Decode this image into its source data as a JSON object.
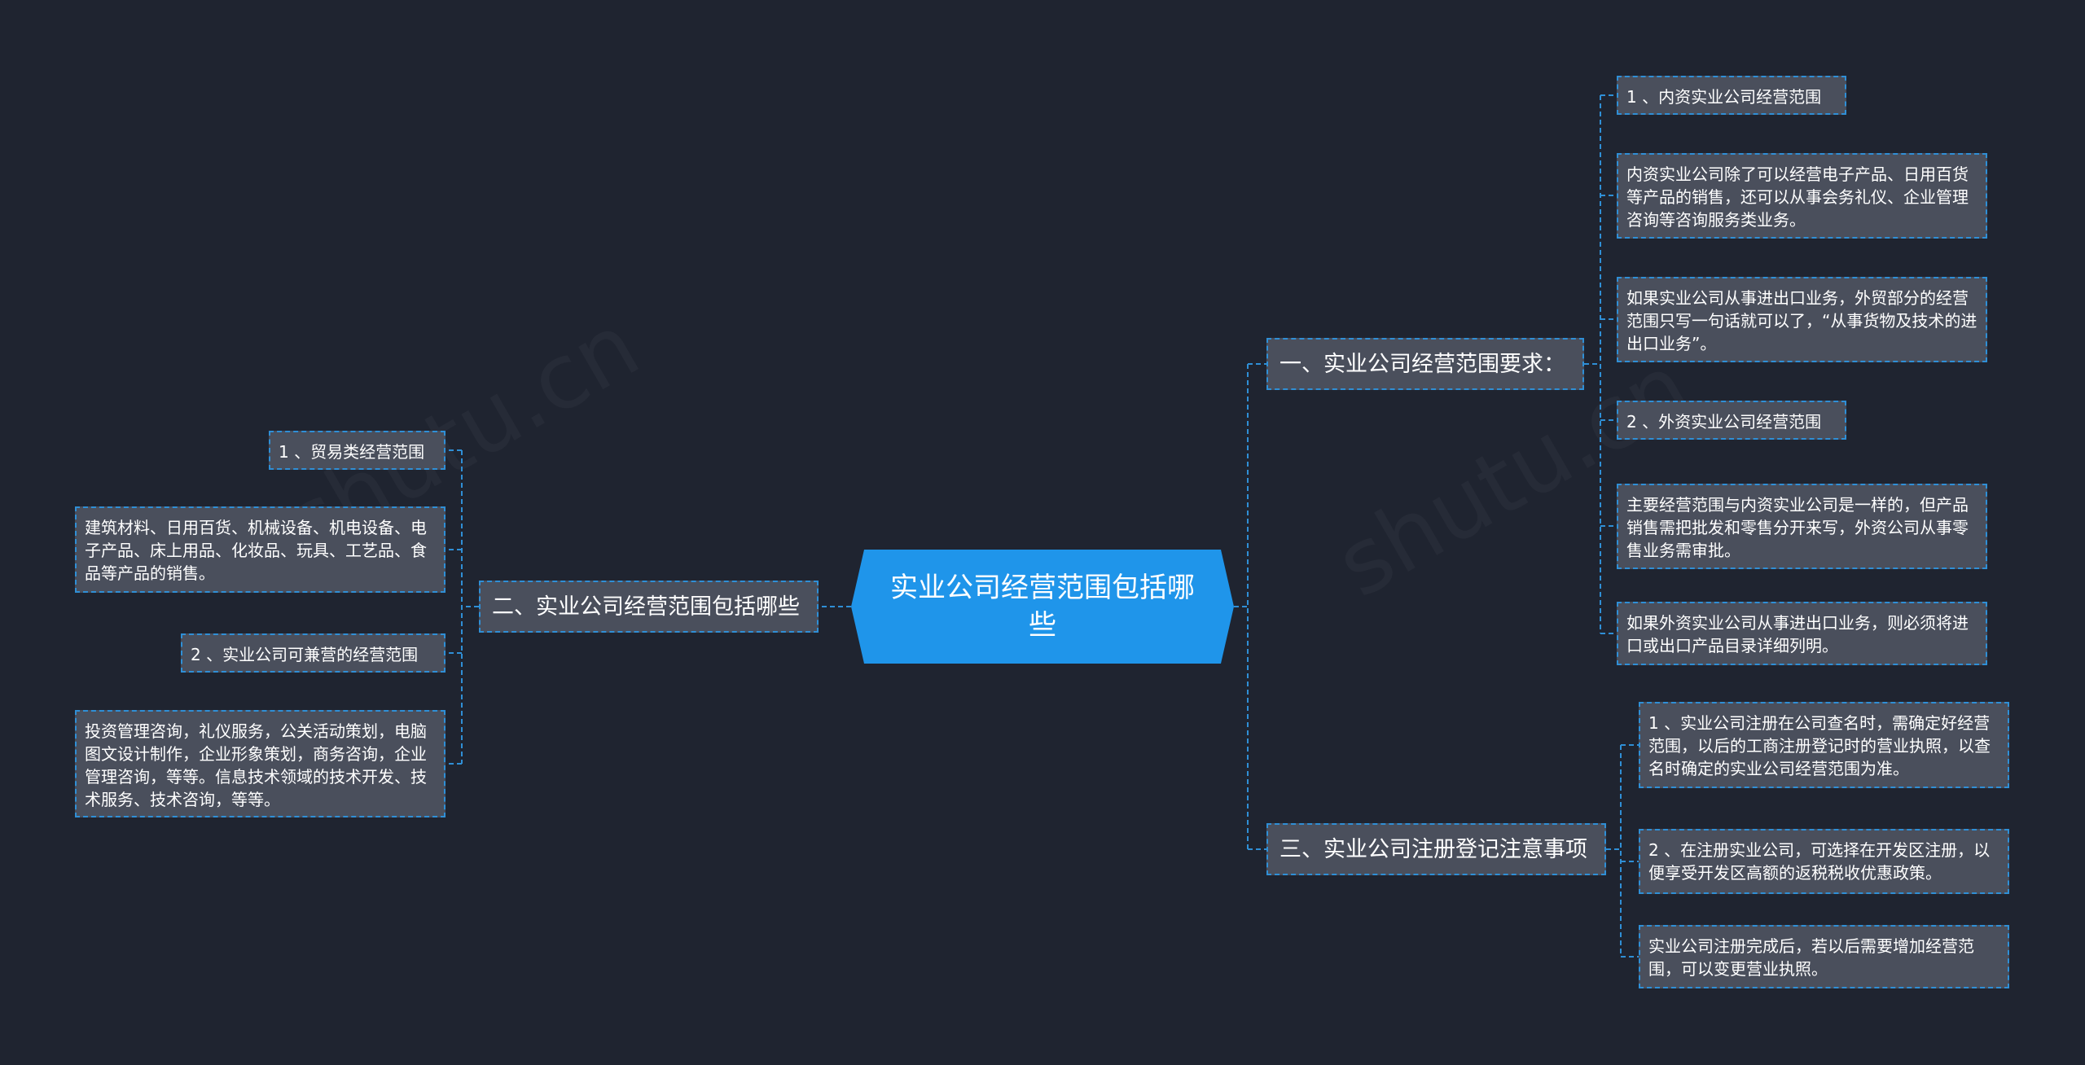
{
  "root": {
    "title": "实业公司经营范围包括哪些"
  },
  "branches": {
    "b1": {
      "label": "一、实业公司经营范围要求：",
      "children": [
        "1 、内资实业公司经营范围",
        "内资实业公司除了可以经营电子产品、日用百货等产品的销售，还可以从事会务礼仪、企业管理咨询等咨询服务类业务。",
        "如果实业公司从事进出口业务，外贸部分的经营范围只写一句话就可以了，“从事货物及技术的进出口业务”。",
        "2 、外资实业公司经营范围",
        "主要经营范围与内资实业公司是一样的，但产品销售需把批发和零售分开来写，外资公司从事零售业务需审批。",
        "如果外资实业公司从事进出口业务，则必须将进口或出口产品目录详细列明。"
      ]
    },
    "b2": {
      "label": "二、实业公司经营范围包括哪些",
      "children": [
        "1 、贸易类经营范围",
        "建筑材料、日用百货、机械设备、机电设备、电子产品、床上用品、化妆品、玩具、工艺品、食品等产品的销售。",
        "2 、实业公司可兼营的经营范围",
        "投资管理咨询，礼仪服务，公关活动策划，电脑图文设计制作，企业形象策划，商务咨询，企业管理咨询，等等。信息技术领域的技术开发、技术服务、技术咨询，等等。"
      ]
    },
    "b3": {
      "label": "三、实业公司注册登记注意事项",
      "children": [
        "1 、实业公司注册在公司查名时，需确定好经营范围，以后的工商注册登记时的营业执照，以查名时确定的实业公司经营范围为准。",
        "2 、在注册实业公司，可选择在开发区注册，以便享受开发区高额的返税税收优惠政策。",
        "实业公司注册完成后，若以后需要增加经营范围，可以变更营业执照。"
      ]
    }
  },
  "colors": {
    "background": "#1f2430",
    "root": "#1f95ea",
    "node": "#4a4f5c",
    "line": "#2f8fd6"
  }
}
